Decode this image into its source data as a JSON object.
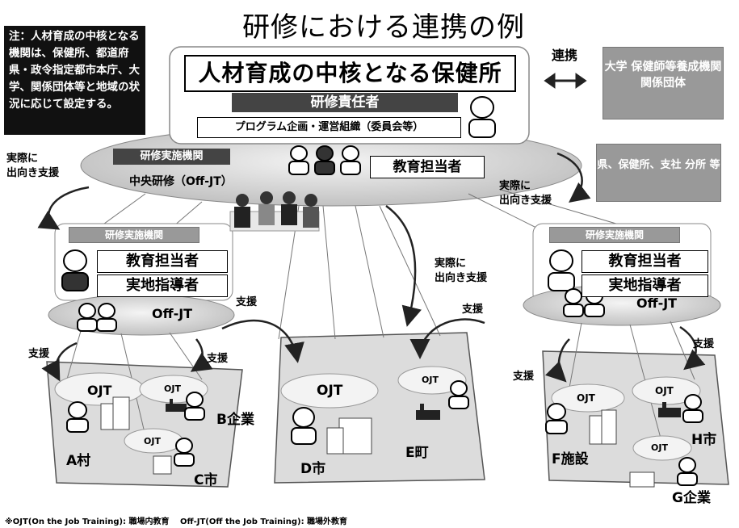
{
  "title": "研修における連携の例",
  "note": "注：人材育成の中核となる機関は、保健所、都道府県・政令指定都市本庁、大学、関係団体等と地域の状況に応じて設定する。",
  "center": {
    "heading": "人材育成の中核となる保健所",
    "responsible": "研修責任者",
    "program": "プログラム企画・運営組織（委員会等）",
    "institution": "研修実施機関",
    "central_training": "中央研修（Off-JT）",
    "educator": "教育担当者"
  },
  "link_label": "連携",
  "partners": "大学 保健師等養成機関 関係団体",
  "regional_offices": "県、保健所、支社 分所 等",
  "left_unit": {
    "institution": "研修実施機関",
    "educator": "教育担当者",
    "field_instructor": "実地指導者",
    "offjt": "Off-JT"
  },
  "right_unit": {
    "institution": "研修実施機関",
    "educator": "教育担当者",
    "field_instructor": "実地指導者",
    "offjt": "Off-JT"
  },
  "dispatch_support": "実際に 出向き支援",
  "dispatch_line1": "実際に",
  "dispatch_line2": "出向き支援",
  "support": "支援",
  "ojt": "OJT",
  "sites": {
    "a": "A村",
    "b": "B企業",
    "c": "C市",
    "d": "D市",
    "e": "E町",
    "f": "F施設",
    "g": "G企業",
    "h": "H市"
  },
  "footnote": "※OJT(On the Job Training): 職場内教育　 Off-JT(Off the Job Training): 職場外教育"
}
